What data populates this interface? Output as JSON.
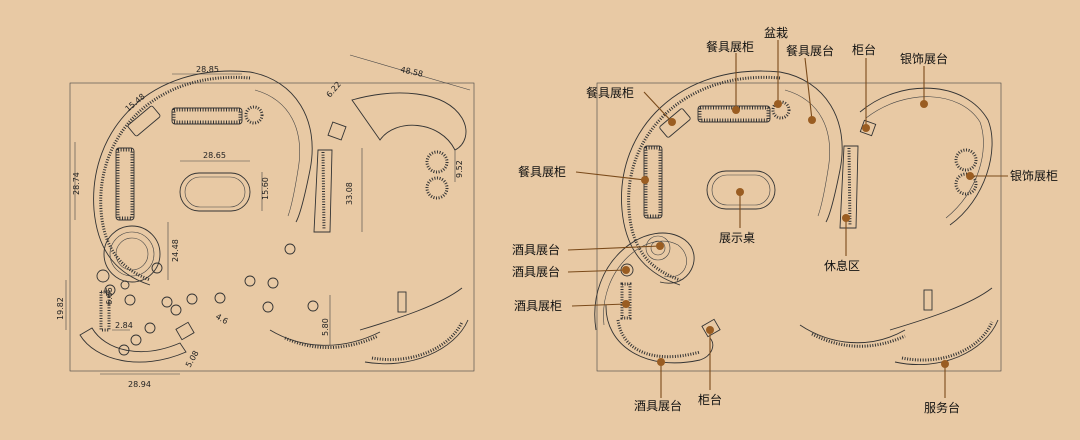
{
  "left_plan": {
    "dimensions": [
      "28.85",
      "15.48",
      "28.74",
      "28.65",
      "15.60",
      "48.58",
      "6.22",
      "33.08",
      "9.52",
      "24.48",
      "19.82",
      "6.65",
      "2.84",
      "4.6",
      "5.08",
      "28.94",
      "5.80"
    ]
  },
  "right_plan": {
    "labels": {
      "tableware_cabinet_top": "餐具展柜",
      "potted_plant": "盆栽",
      "tableware_stand": "餐具展台",
      "cabinet_counter_top": "柜台",
      "silver_stand": "银饰展台",
      "tableware_cabinet_left1": "餐具展柜",
      "tableware_cabinet_left2": "餐具展柜",
      "silver_cabinet": "银饰展柜",
      "display_table": "展示桌",
      "wine_stand_1": "酒具展台",
      "wine_stand_2": "酒具展台",
      "lounge": "休息区",
      "wine_cabinet": "酒具展柜",
      "wine_stand_bottom": "酒具展台",
      "cabinet_counter_bottom": "柜台",
      "service_counter": "服务台"
    }
  }
}
